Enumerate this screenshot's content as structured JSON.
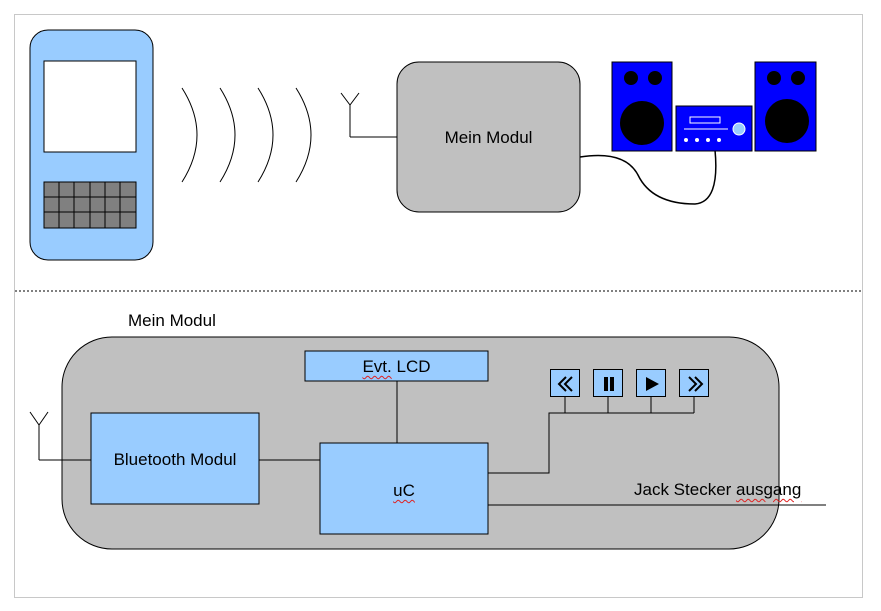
{
  "colors": {
    "box_fill": "#99ccff",
    "module_fill": "#c0c0c0",
    "speaker_blue": "#0000ff",
    "phone_fill": "#99ccff",
    "spellcheck": "#e02020"
  },
  "top_panel": {
    "module_label": "Mein Modul"
  },
  "bottom_panel": {
    "title": "Mein Modul",
    "bluetooth_label": "Bluetooth Modul",
    "lcd_label_word1": "Evt.",
    "lcd_label_word2": "LCD",
    "uc_label": "uC",
    "jack_label_word1": "Jack Stecker",
    "jack_label_word2": "ausgang",
    "controls": [
      {
        "name": "rewind-icon",
        "symbol": "rewind"
      },
      {
        "name": "pause-icon",
        "symbol": "pause"
      },
      {
        "name": "play-icon",
        "symbol": "play"
      },
      {
        "name": "fast-forward-icon",
        "symbol": "fast-forward"
      }
    ]
  }
}
